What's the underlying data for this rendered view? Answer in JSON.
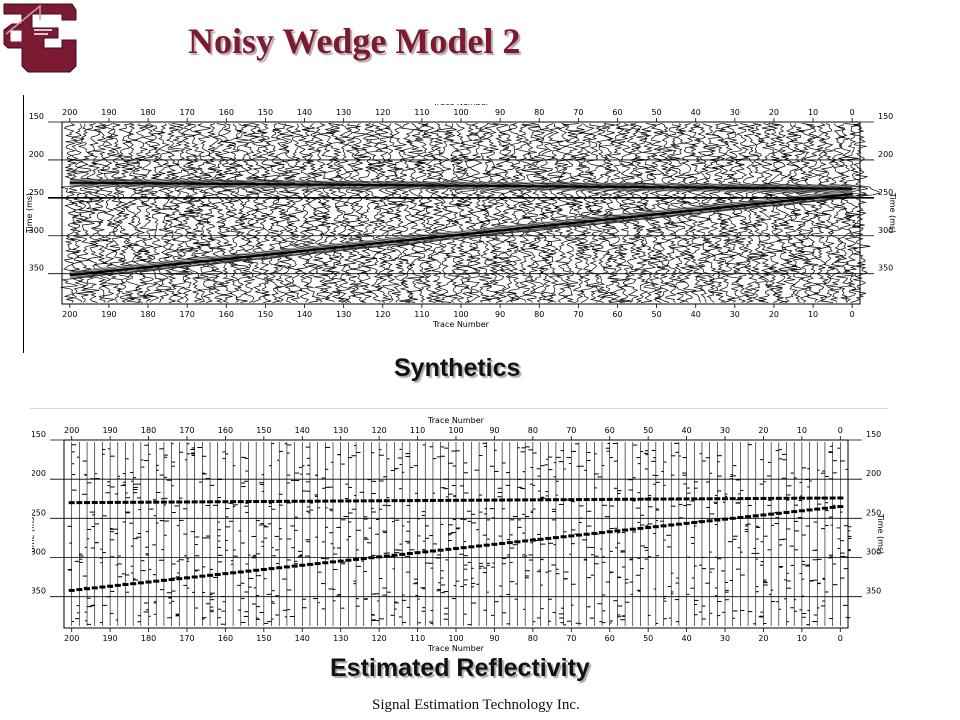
{
  "slide": {
    "title": "Noisy Wedge Model 2",
    "footer": "Signal Estimation Technology Inc.",
    "colors": {
      "title": "#7d1a33",
      "logo": "#7d1a33"
    },
    "logo_icon": "company-logo-icon"
  },
  "chart_data": [
    {
      "type": "seismic-wiggle",
      "caption": "Synthetics",
      "x_label_top": "Trace Number",
      "x_label_bottom": "Trace Number",
      "y_label_left": "Time (ms)",
      "y_label_right": "Time (ms)",
      "x_ticks": [
        200,
        190,
        180,
        170,
        160,
        150,
        140,
        130,
        120,
        110,
        100,
        90,
        80,
        70,
        60,
        50,
        40,
        30,
        20,
        10,
        0
      ],
      "y_ticks": [
        150,
        200,
        250,
        300,
        350
      ],
      "xlim": [
        202,
        -2
      ],
      "ylim": [
        150,
        390
      ],
      "grid": true,
      "events": [
        {
          "name": "top reflector",
          "start": {
            "trace": 200,
            "time": 230
          },
          "end": {
            "trace": 0,
            "time": 238
          }
        },
        {
          "name": "wedge base",
          "start": {
            "trace": 200,
            "time": 352
          },
          "end": {
            "trace": 0,
            "time": 245
          }
        }
      ]
    },
    {
      "type": "seismic-spike",
      "caption": "Estimated Reflectivity",
      "x_label_top": "Trace Number",
      "x_label_bottom": "Trace Number",
      "y_label_left": "Time (ms)",
      "y_label_right": "Time (ms)",
      "x_ticks": [
        200,
        190,
        180,
        170,
        160,
        150,
        140,
        130,
        120,
        110,
        100,
        90,
        80,
        70,
        60,
        50,
        40,
        30,
        20,
        10,
        0
      ],
      "y_ticks": [
        150,
        200,
        250,
        300,
        350
      ],
      "xlim": [
        202,
        -2
      ],
      "ylim": [
        150,
        390
      ],
      "grid": true,
      "events": [
        {
          "name": "top reflector",
          "start": {
            "trace": 200,
            "time": 230
          },
          "end": {
            "trace": 0,
            "time": 224
          }
        },
        {
          "name": "wedge base",
          "start": {
            "trace": 200,
            "time": 342
          },
          "end": {
            "trace": 0,
            "time": 235
          }
        }
      ]
    }
  ]
}
